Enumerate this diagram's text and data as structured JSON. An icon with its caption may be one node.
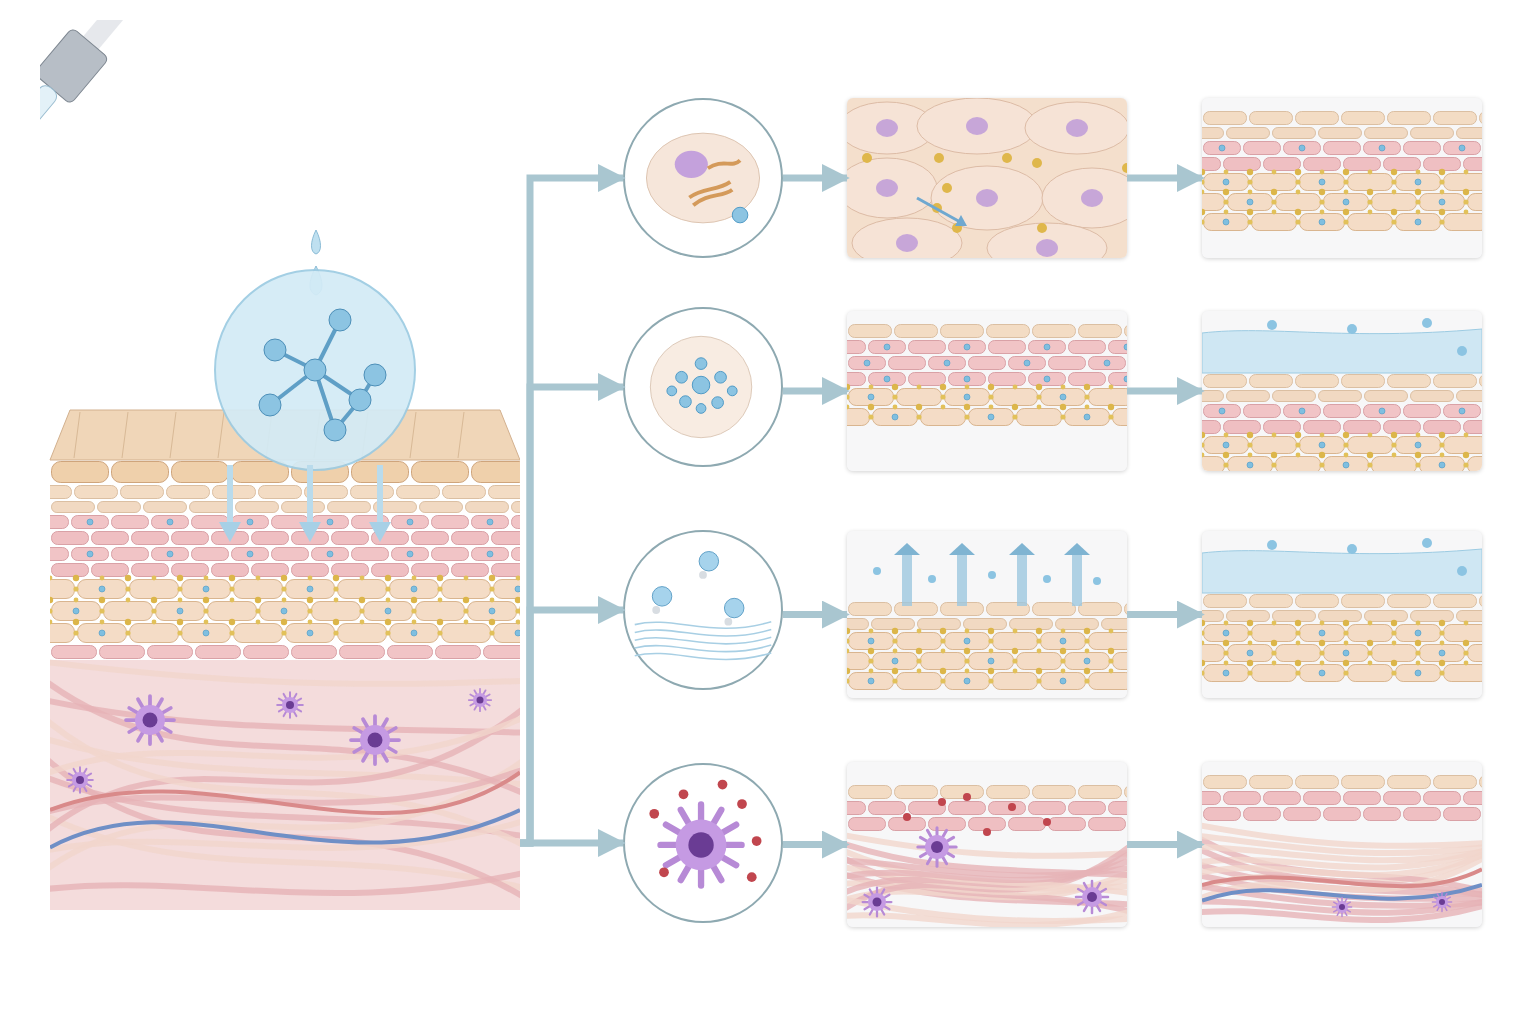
{
  "diagram": {
    "nodes": [
      {
        "text": [],
        "shape": "picture"
      },
      {
        "text": [],
        "shape": "circle"
      },
      {
        "text": [],
        "shape": "picture"
      },
      {
        "text": [],
        "shape": "picture"
      },
      {
        "text": [],
        "shape": "circle"
      },
      {
        "text": [],
        "shape": "picture"
      },
      {
        "text": [],
        "shape": "picture"
      },
      {
        "text": [],
        "shape": "circle"
      },
      {
        "text": [],
        "shape": "picture"
      },
      {
        "text": [],
        "shape": "picture"
      },
      {
        "text": [],
        "shape": "circle"
      },
      {
        "text": [],
        "shape": "picture"
      },
      {
        "text": [],
        "shape": "picture"
      }
    ],
    "edges": [
      {
        "from": 0,
        "to": 1,
        "arrow": "to"
      },
      {
        "from": 0,
        "to": 4,
        "arrow": "to"
      },
      {
        "from": 0,
        "to": 7,
        "arrow": "to"
      },
      {
        "from": 0,
        "to": 10,
        "arrow": "to"
      },
      {
        "from": 1,
        "to": 2,
        "arrow": "to"
      },
      {
        "from": 2,
        "to": 3,
        "arrow": "to"
      },
      {
        "from": 4,
        "to": 5,
        "arrow": "to"
      },
      {
        "from": 5,
        "to": 6,
        "arrow": "to"
      },
      {
        "from": 7,
        "to": 8,
        "arrow": "to"
      },
      {
        "from": 8,
        "to": 9,
        "arrow": "to"
      },
      {
        "from": 10,
        "to": 11,
        "arrow": "to"
      },
      {
        "from": 11,
        "to": 12,
        "arrow": "to"
      }
    ]
  }
}
